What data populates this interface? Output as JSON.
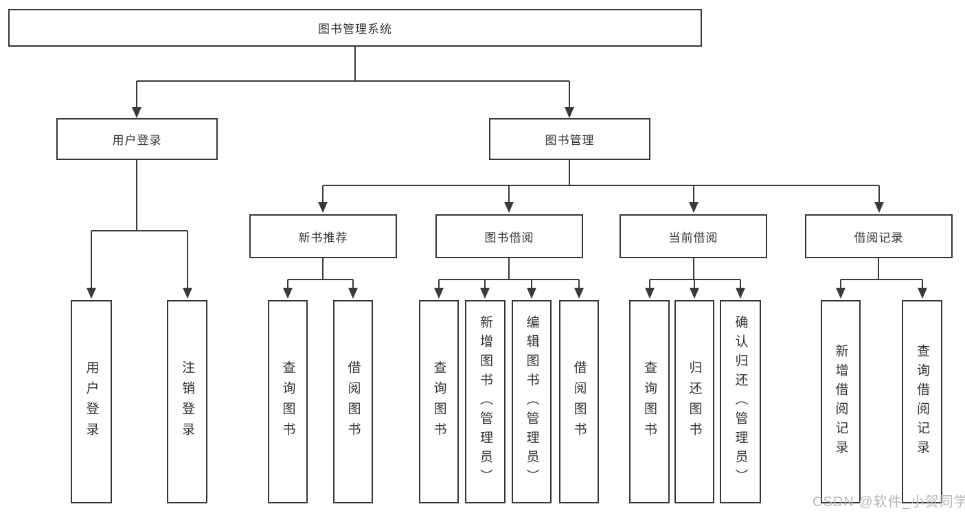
{
  "tree": {
    "label": "图书管理系统",
    "children": [
      {
        "label": "用户登录",
        "children": [
          {
            "label": "用户登录"
          },
          {
            "label": "注销登录"
          }
        ]
      },
      {
        "label": "图书管理",
        "children": [
          {
            "label": "新书推荐",
            "children": [
              {
                "label": "查询图书"
              },
              {
                "label": "借阅图书"
              }
            ]
          },
          {
            "label": "图书借阅",
            "children": [
              {
                "label": "查询图书"
              },
              {
                "label": "新增图书（管理员）"
              },
              {
                "label": "编辑图书（管理员）"
              },
              {
                "label": "借阅图书"
              }
            ]
          },
          {
            "label": "当前借阅",
            "children": [
              {
                "label": "查询图书"
              },
              {
                "label": "归还图书"
              },
              {
                "label": "确认归还（管理员）"
              }
            ]
          },
          {
            "label": "借阅记录",
            "children": [
              {
                "label": "新增借阅记录"
              },
              {
                "label": "查询借阅记录"
              }
            ]
          }
        ]
      }
    ]
  },
  "watermark": {
    "text": "CSDN @软件_小贺同学"
  },
  "colors": {
    "line": "#3a3a3a",
    "box_border": "#363636",
    "text": "#333333",
    "watermark": "#b9b9b9",
    "background": "#ffffff"
  }
}
